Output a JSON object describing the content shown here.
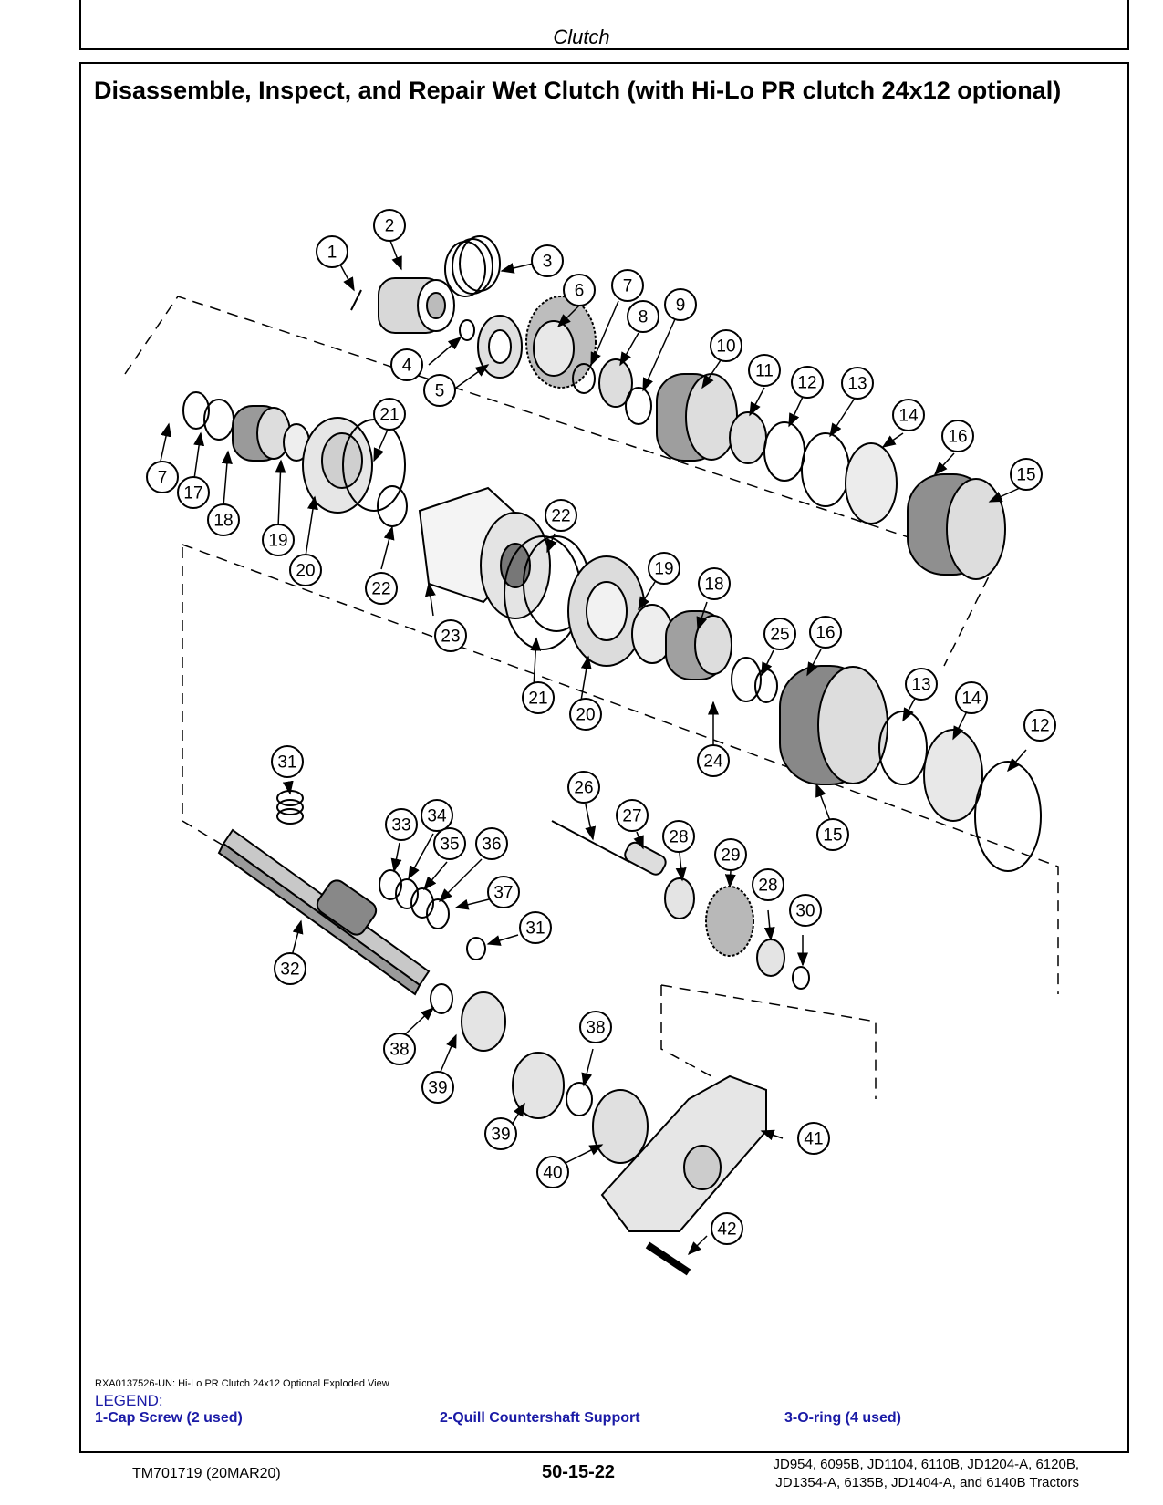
{
  "header": {
    "section": "Clutch"
  },
  "page_title": "Disassemble, Inspect, and Repair Wet Clutch (with Hi-Lo PR clutch 24x12 optional)",
  "figure": {
    "caption": "RXA0137526-UN: Hi-Lo PR Clutch 24x12 Optional Exploded View",
    "callouts": [
      "1",
      "2",
      "3",
      "4",
      "5",
      "6",
      "7",
      "8",
      "9",
      "10",
      "11",
      "12",
      "13",
      "14",
      "15",
      "16",
      "7",
      "17",
      "18",
      "19",
      "20",
      "21",
      "22",
      "22",
      "23",
      "21",
      "20",
      "19",
      "18",
      "25",
      "16",
      "13",
      "14",
      "12",
      "24",
      "15",
      "26",
      "27",
      "28",
      "29",
      "28",
      "30",
      "31",
      "33",
      "34",
      "35",
      "36",
      "37",
      "31",
      "32",
      "38",
      "39",
      "38",
      "39",
      "40",
      "41",
      "42"
    ]
  },
  "legend": {
    "heading": "LEGEND:",
    "items": [
      "1-Cap Screw (2 used)",
      "2-Quill Countershaft Support",
      "3-O-ring (4 used)"
    ]
  },
  "footer": {
    "doc_id": "TM701719 (20MAR20)",
    "page_number": "50-15-22",
    "models_line1": "JD954, 6095B, JD1104, 6110B, JD1204-A, 6120B,",
    "models_line2": "JD1354-A, 6135B, JD1404-A, and 6140B Tractors"
  }
}
